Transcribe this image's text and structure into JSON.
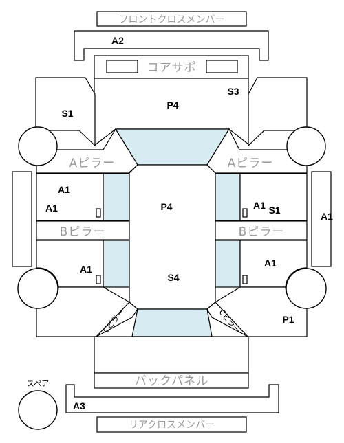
{
  "labels": {
    "front_cross_member": "フロントクロスメンバー",
    "core_support": "コアサポ",
    "a_pillar": "Aピラー",
    "b_pillar": "Bピラー",
    "c_pillar": "Cピラー",
    "back_panel": "バックパネル",
    "rear_cross_member": "リアクロスメンバー",
    "spare": "スペア"
  },
  "codes": {
    "front_member_rank": "A2",
    "hood_area": "P4",
    "right_apron": "S3",
    "left_apron": "S1",
    "roof": "P4",
    "roof_rear": "S4",
    "left_front_door_upper": "A1",
    "left_front_door_lower": "A1",
    "left_rear_door": "A1",
    "left_side_sill": "",
    "right_front_door_a": "A1",
    "right_front_door_b": "S1",
    "right_side_sill": "A1",
    "right_rear_door": "A1",
    "right_quarter": "P1",
    "rear_member_rank": "A3"
  },
  "colors": {
    "glass": "#d7ebf2",
    "zone_text": "#9a9a9a",
    "outline": "#000000"
  }
}
